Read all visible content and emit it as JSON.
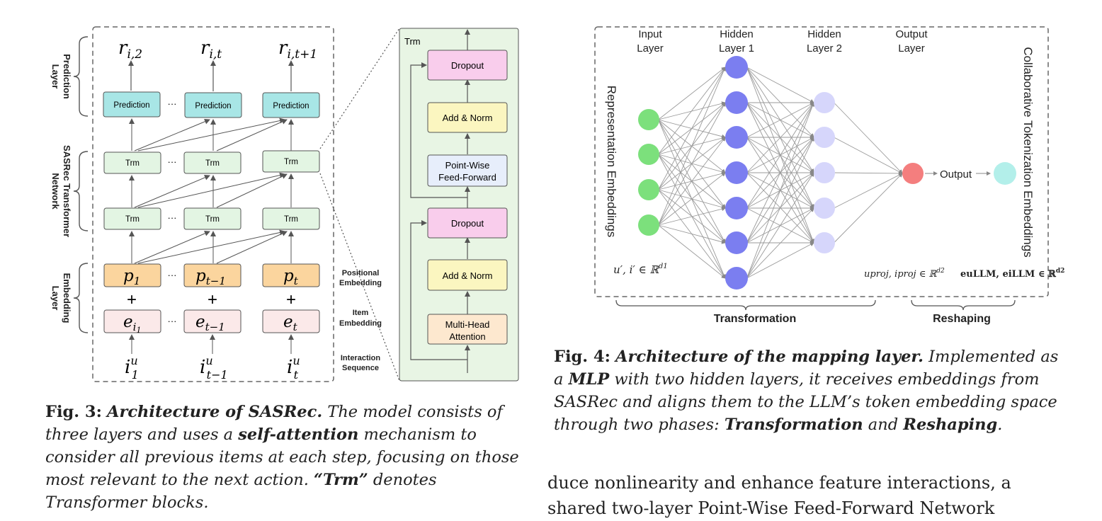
{
  "fig3": {
    "bracket_labels": {
      "prediction": [
        "Prediction",
        "Layer"
      ],
      "sasrec": [
        "SASRec Transformer",
        "Network"
      ],
      "embedding": [
        "Embedding",
        "Layer"
      ]
    },
    "outputs": [
      "r",
      "r",
      "r"
    ],
    "output_subs": [
      "i,2",
      "i,t",
      "i,t+1"
    ],
    "prediction_label": "Prediction",
    "trm_label": "Trm",
    "ellipsis": "···",
    "positional": {
      "base": "p",
      "subs": [
        "1",
        "t−1",
        "t"
      ]
    },
    "item": {
      "base": "e",
      "subs": [
        "i",
        "t−1",
        "t"
      ],
      "subsub": "1"
    },
    "plus": "+",
    "interaction": {
      "base": "i",
      "sup": "u",
      "subs": [
        "1",
        "t−1",
        "t"
      ]
    },
    "side_labels": {
      "positional": [
        "Positional",
        "Embedding"
      ],
      "item": [
        "Item",
        "Embedding"
      ],
      "interaction": [
        "Interaction",
        "Sequence"
      ]
    },
    "trm_block": {
      "title": "Trm",
      "dropout": "Dropout",
      "add_norm": "Add & Norm",
      "ffn": [
        "Point-Wise",
        "Feed-Forward"
      ],
      "mha": [
        "Multi-Head",
        "Attention"
      ]
    },
    "colors": {
      "prediction": "#a8e6e6",
      "trm": "#e3f5e3",
      "positional": "#fbd59e",
      "item": "#fbe9e9",
      "panel": "#e8f5e4",
      "dropout": "#f9cdec",
      "addnorm": "#fbf6c0",
      "ffn": "#e7eefb",
      "mha": "#fde8cf"
    }
  },
  "fig4": {
    "layer_titles": [
      [
        "Input",
        "Layer"
      ],
      [
        "Hidden",
        "Layer 1"
      ],
      [
        "Hidden",
        "Layer 2"
      ],
      [
        "Output",
        "Layer"
      ]
    ],
    "left_vertical": "Representation Embeddings",
    "right_vertical": "Collaborative Tokenization Embeddings",
    "output_label": "Output",
    "math_input": {
      "vars": "u′, i′ ∈ ℝ",
      "sup": "d1"
    },
    "math_proj": {
      "vars": "uproj, iproj ∈ ℝ",
      "sup": "d2"
    },
    "math_llm": {
      "vars": "euLLM, eiLLM ∈ ℝ",
      "sup": "d2"
    },
    "phase_transformation": "Transformation",
    "phase_reshaping": "Reshaping",
    "colors": {
      "input": "#7ce07c",
      "hidden1": "#7b7ef0",
      "hidden2": "#d6d6fb",
      "output": "#f47e7e",
      "final": "#b3efea",
      "edges": "#9a9a9a"
    }
  },
  "captions": {
    "fig3": {
      "label": "Fig. 3:",
      "title": "Architecture of SASRec.",
      "t1": "The model consists of three layers and uses a",
      "b1": "self-attention",
      "t2": "mechanism to consider all previous items at each step, focusing on those most relevant to the next action.",
      "b2": "“Trm”",
      "t3": "denotes Transformer blocks."
    },
    "fig4": {
      "label": "Fig. 4:",
      "title": "Architecture of the mapping layer.",
      "t1": "Implemented as a",
      "b1": "MLP",
      "t2": "with two hidden layers, it receives embeddings from SASRec and aligns them to the LLM’s token embedding space through two phases:",
      "b2": "Transformation",
      "t3": "and",
      "b3": "Reshaping",
      "t4": "."
    }
  },
  "body_text": [
    "duce nonlinearity and enhance feature interactions, a",
    "shared two-layer Point-Wise Feed-Forward Network"
  ]
}
